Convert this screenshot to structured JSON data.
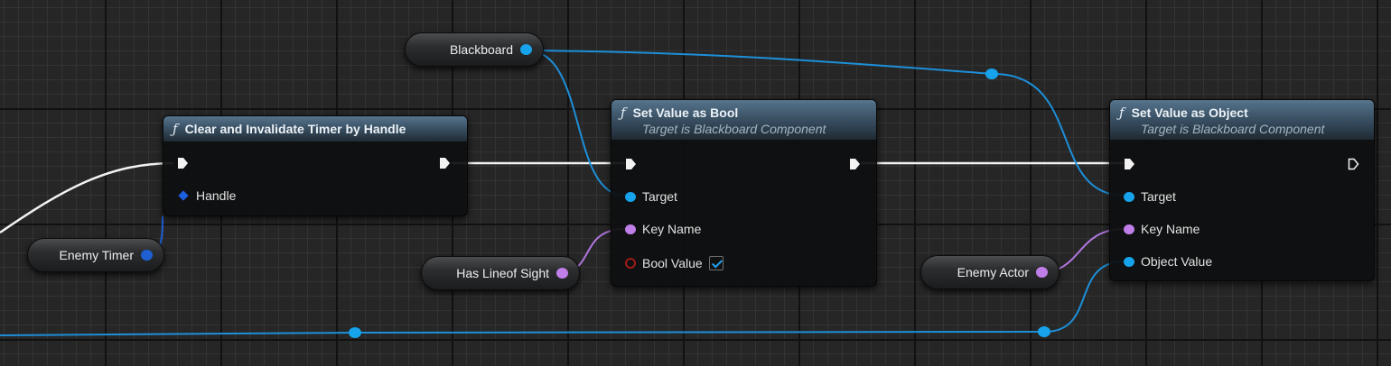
{
  "nodes": {
    "clear_timer": {
      "title": "Clear and Invalidate Timer by Handle",
      "handle_label": "Handle"
    },
    "set_bool": {
      "title": "Set Value as Bool",
      "subtitle": "Target is Blackboard Component",
      "target_label": "Target",
      "key_name_label": "Key Name",
      "bool_value_label": "Bool Value",
      "bool_value_checked": true
    },
    "set_object": {
      "title": "Set Value as Object",
      "subtitle": "Target is Blackboard Component",
      "target_label": "Target",
      "key_name_label": "Key Name",
      "object_value_label": "Object Value"
    }
  },
  "variables": {
    "blackboard": "Blackboard",
    "enemy_timer": "Enemy Timer",
    "has_line_of_sight": "Has Lineof Sight",
    "enemy_actor": "Enemy Actor"
  },
  "icons": {
    "function": "function-icon",
    "exec": "exec-arrow-icon",
    "pin": "pin-dot-icon"
  },
  "colors": {
    "exec_wire": "#f2f2f2",
    "object_wire": "#1d8fd8",
    "handle_wire": "#1e5fd4",
    "name_wire": "#b177e0",
    "object_pin": "#16a3ec",
    "name_pin": "#c07fe8",
    "bool_pin": "#a01a1a",
    "struct_pin": "#1d5fe0"
  }
}
